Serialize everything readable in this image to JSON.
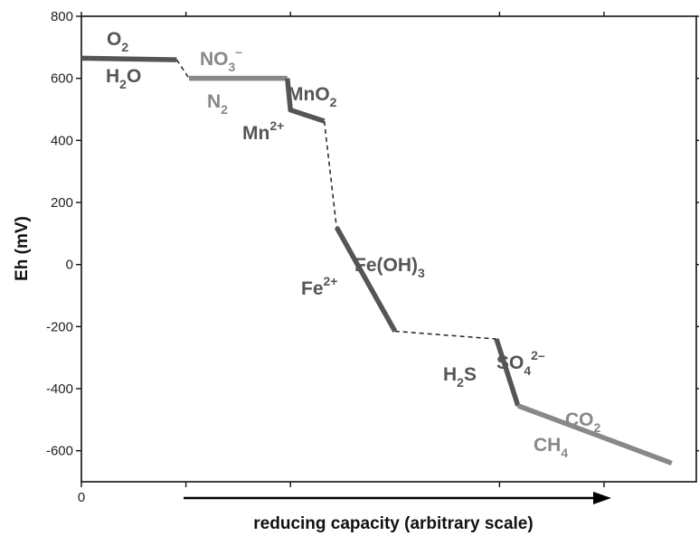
{
  "chart_data": {
    "type": "line",
    "title": "",
    "xlabel": "reducing capacity (arbitrary scale)",
    "ylabel": "Eh (mV)",
    "ylim": [
      -700,
      800
    ],
    "xlim": [
      0,
      100
    ],
    "x_ticks": [
      "0"
    ],
    "y_ticks": [
      800,
      600,
      400,
      200,
      0,
      -200,
      -400,
      -600
    ],
    "grid": false,
    "colors": {
      "dark": "#555555",
      "light": "#888888",
      "connector": "#222222"
    },
    "series": [
      {
        "shade": "dark",
        "points": [
          [
            0,
            665
          ],
          [
            15.5,
            660
          ]
        ]
      },
      {
        "shade": "light",
        "points": [
          [
            17.5,
            600
          ],
          [
            33.5,
            600
          ]
        ]
      },
      {
        "shade": "dark",
        "points": [
          [
            33.5,
            600
          ],
          [
            34,
            498
          ],
          [
            39.5,
            462
          ]
        ]
      },
      {
        "shade": "dark",
        "points": [
          [
            41.5,
            120
          ],
          [
            51,
            -215
          ]
        ]
      },
      {
        "shade": "dark",
        "points": [
          [
            67.5,
            -240
          ],
          [
            71,
            -455
          ]
        ]
      },
      {
        "shade": "light",
        "points": [
          [
            71,
            -455
          ],
          [
            96,
            -640
          ]
        ]
      }
    ],
    "connectors": [
      [
        [
          15.5,
          660
        ],
        [
          17.5,
          600
        ]
      ],
      [
        [
          39.5,
          462
        ],
        [
          41.5,
          120
        ]
      ],
      [
        [
          51,
          -215
        ],
        [
          67.5,
          -240
        ]
      ]
    ],
    "labels": [
      {
        "base": "O",
        "sub": "2",
        "sup": "",
        "shade": "dark"
      },
      {
        "base": "H",
        "sub": "2",
        "tail": "O",
        "shade": "dark"
      },
      {
        "base": "NO",
        "sub": "3",
        "sup": "–",
        "shade": "light"
      },
      {
        "base": "N",
        "sub": "2",
        "sup": "",
        "shade": "light"
      },
      {
        "base": "MnO",
        "sub": "2",
        "sup": "",
        "shade": "dark"
      },
      {
        "base": "Mn",
        "sub": "",
        "sup": "2+",
        "shade": "dark"
      },
      {
        "base": "Fe(OH)",
        "sub": "3",
        "sup": "",
        "shade": "dark"
      },
      {
        "base": "Fe",
        "sub": "",
        "sup": "2+",
        "shade": "dark"
      },
      {
        "base": "SO",
        "sub": "4",
        "sup": "2–",
        "shade": "dark"
      },
      {
        "base": "H",
        "sub": "2",
        "tail": "S",
        "shade": "dark"
      },
      {
        "base": "CO",
        "sub": "2",
        "sup": "",
        "shade": "light"
      },
      {
        "base": "CH",
        "sub": "4",
        "sup": "",
        "shade": "light"
      }
    ]
  }
}
